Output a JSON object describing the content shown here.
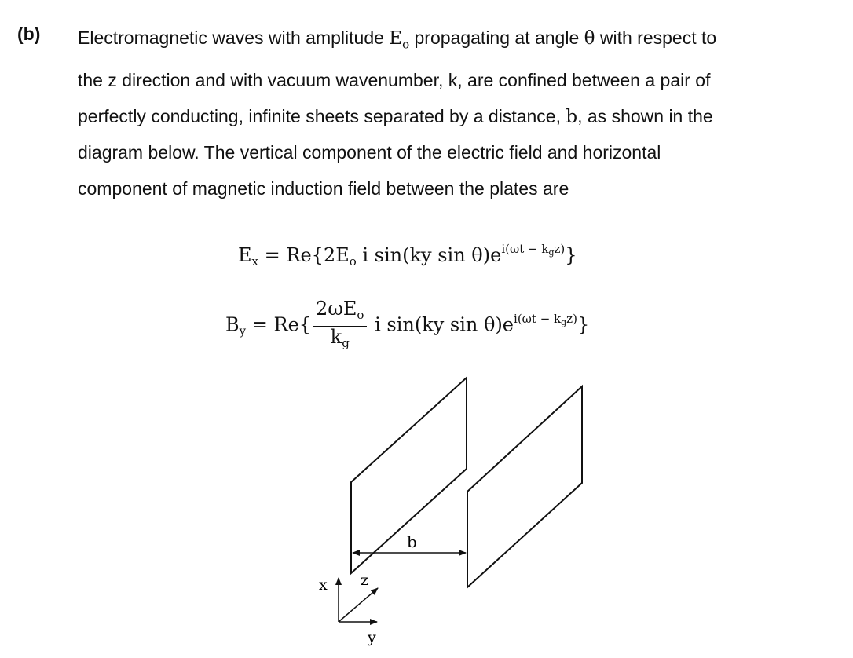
{
  "label": "(b)",
  "paragraph": {
    "line1_pre": "Electromagnetic waves with amplitude ",
    "E_sym": "E",
    "E_sub": "o",
    "line1_mid": " propagating at angle ",
    "theta": "θ",
    "line1_post": " with respect to",
    "line2": "the z direction and with vacuum wavenumber, k, are confined between a pair of",
    "line3_pre": "perfectly conducting, infinite sheets separated by a distance, ",
    "b": "b",
    "line3_post": ", as shown in the",
    "line4": "diagram below. The vertical component of the electric field and horizontal",
    "line5": "component of magnetic induction field between the plates are"
  },
  "eq1": {
    "lhs": "E",
    "lhs_sub": "x",
    "eq": " = ",
    "body": "Re{2E",
    "body_sub": "o",
    "body2": " i sin(ky sin θ)e",
    "exp": "i(ωt − k",
    "exp_sub": "g",
    "exp_end": "z)",
    "close": "}"
  },
  "eq2": {
    "lhs": "B",
    "lhs_sub": "y",
    "eq": " = ",
    "re": "Re{",
    "num": "2ωE",
    "num_sub": "o",
    "den": "k",
    "den_sub": "g",
    "body2": " i sin(ky sin θ)e",
    "exp": "i(ωt − k",
    "exp_sub": "g",
    "exp_end": "z)",
    "close": "}"
  },
  "diagram": {
    "gap_label": "b",
    "axis_x": "x",
    "axis_y": "y",
    "axis_z": "z"
  }
}
